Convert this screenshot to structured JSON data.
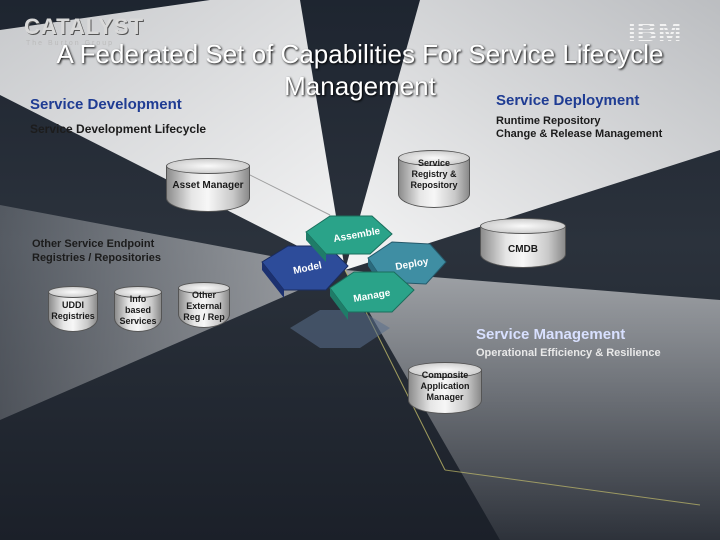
{
  "header": {
    "logo_left": "CATALYST",
    "logo_left_tagline": "The Burton Group",
    "logo_right": "IBM",
    "title_line1": "A Federated Set of Capabilities For Service Lifecycle",
    "title_line2": "Management"
  },
  "sections": {
    "development": {
      "heading": "Service Development",
      "subtitle": "Service Development Lifecycle"
    },
    "deployment": {
      "heading": "Service Deployment",
      "line1": "Runtime Repository",
      "line2": "Change & Release Management"
    },
    "management": {
      "heading": "Service Management",
      "subtitle": "Operational Efficiency & Resilience"
    },
    "other_endpoints": {
      "line1": "Other Service Endpoint",
      "line2": "Registries / Repositories"
    }
  },
  "repositories": {
    "asset_manager": "Asset Manager",
    "service_registry": [
      "Service",
      "Registry &",
      "Repository"
    ],
    "cmdb": "CMDB",
    "uddi": [
      "UDDI",
      "Registries"
    ],
    "info_based": [
      "Info",
      "based",
      "Services"
    ],
    "other_external": [
      "Other",
      "External",
      "Reg / Rep"
    ],
    "composite_app": [
      "Composite",
      "Application",
      "Manager"
    ]
  },
  "hexagons": {
    "assemble": "Assemble",
    "model": "Model",
    "deploy": "Deploy",
    "manage": "Manage"
  },
  "colors": {
    "heading_blue": "#1f3c93",
    "hex_green": "#2aa389",
    "hex_teal": "#3f8ea3",
    "hex_blue": "#2d4c9a"
  }
}
